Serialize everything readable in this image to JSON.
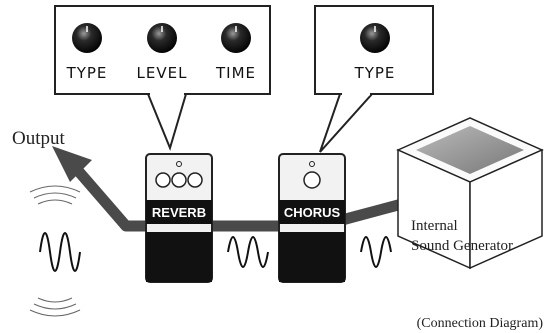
{
  "reverb_panel": {
    "knobs": [
      {
        "label": "TYPE",
        "icon": "knob-icon"
      },
      {
        "label": "LEVEL",
        "icon": "knob-icon"
      },
      {
        "label": "TIME",
        "icon": "knob-icon"
      }
    ]
  },
  "chorus_panel": {
    "knobs": [
      {
        "label": "TYPE",
        "icon": "knob-icon"
      }
    ]
  },
  "pedals": {
    "reverb": "REVERB",
    "chorus": "CHORUS"
  },
  "labels": {
    "output": "Output",
    "sound_generator_line1": "Internal",
    "sound_generator_line2": "Sound Generator",
    "caption": "(Connection Diagram)"
  },
  "colors": {
    "cable": "#4a4a4a",
    "pedal_body": "#f2f2f2",
    "pedal_dark": "#111111",
    "ink": "#111111"
  }
}
